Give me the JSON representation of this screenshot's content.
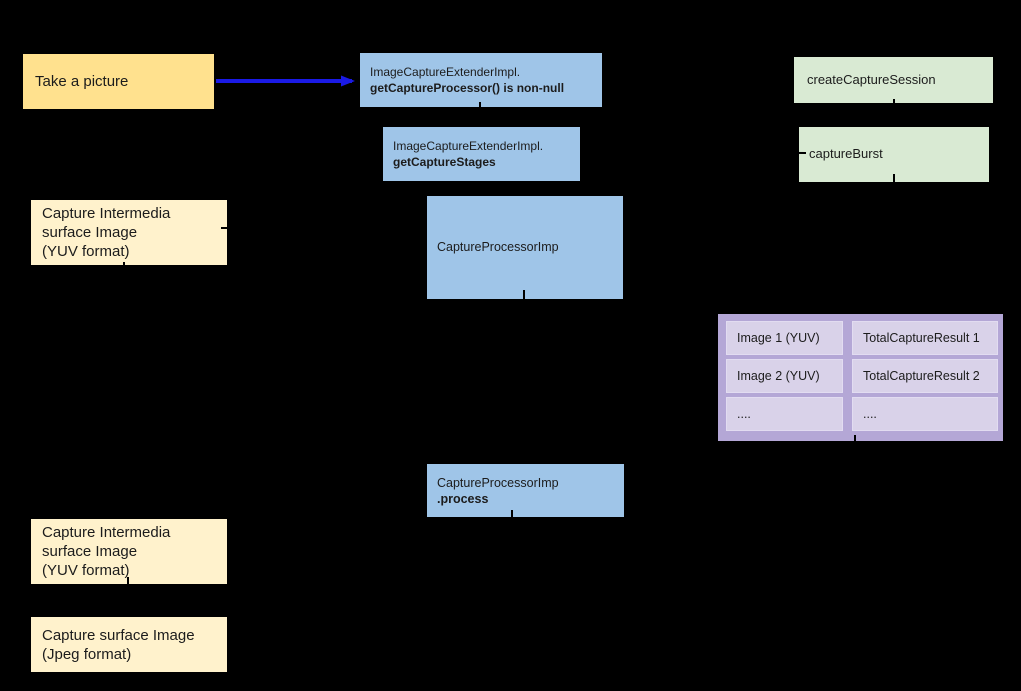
{
  "nodes": {
    "take_picture": {
      "label": "Take a picture"
    },
    "ext_nonnull": {
      "line1": "ImageCaptureExtenderImpl.",
      "line2": "getCaptureProcessor() is non-null"
    },
    "ext_stages": {
      "line1": "ImageCaptureExtenderImpl.",
      "line2": "getCaptureStages"
    },
    "capture_processor": {
      "label": "CaptureProcessorImp"
    },
    "create_session": {
      "label": "createCaptureSession"
    },
    "capture_burst": {
      "label": "captureBurst"
    },
    "yuv_note_top": {
      "line1": "Capture Intermedia",
      "line2": "surface Image",
      "line3": "(YUV format)"
    },
    "process": {
      "line1": "CaptureProcessorImp",
      "line2": ".process"
    },
    "yuv_note_bottom": {
      "line1": "Capture Intermedia",
      "line2": "surface Image",
      "line3": "(YUV format)"
    },
    "jpeg_note": {
      "line1": "Capture surface Image",
      "line2": "(Jpeg format)"
    }
  },
  "table": {
    "rows": [
      [
        "Image 1 (YUV)",
        "TotalCaptureResult 1"
      ],
      [
        "Image 2 (YUV)",
        "TotalCaptureResult 2"
      ],
      [
        "....",
        "...."
      ]
    ]
  },
  "colors": {
    "background": "#000000",
    "yellow_strong": "#ffe18e",
    "yellow_light": "#fff2cc",
    "blue_box": "#9fc5e8",
    "green_box": "#d9ead3",
    "purple_outer": "#b4a7d6",
    "purple_cell": "#d9d2e9",
    "arrow_blue": "#1a1ae6",
    "arrow_black": "#000000",
    "text": "#1c1c1c"
  }
}
